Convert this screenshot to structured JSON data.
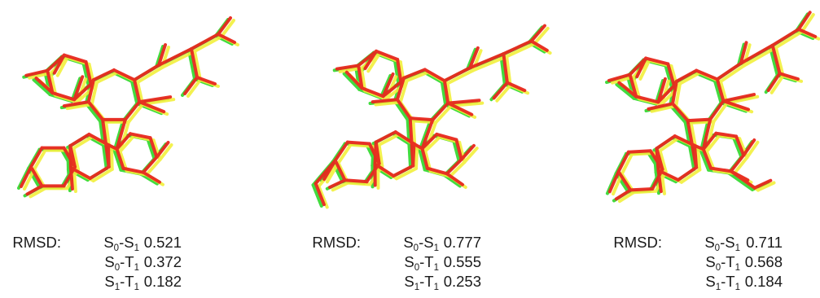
{
  "palette": {
    "red": "#e8281e",
    "green": "#2ed82a",
    "yellow": "#f2f03c"
  },
  "panels": [
    {
      "label": "RMSD:",
      "rows": [
        {
          "a": "S",
          "a_sub": "0",
          "b": "S",
          "b_sub": "1",
          "value": "0.521"
        },
        {
          "a": "S",
          "a_sub": "0",
          "b": "T",
          "b_sub": "1",
          "value": "0.372"
        },
        {
          "a": "S",
          "a_sub": "1",
          "b": "T",
          "b_sub": "1",
          "value": "0.182"
        }
      ]
    },
    {
      "label": "RMSD:",
      "rows": [
        {
          "a": "S",
          "a_sub": "0",
          "b": "S",
          "b_sub": "1",
          "value": "0.777"
        },
        {
          "a": "S",
          "a_sub": "0",
          "b": "T",
          "b_sub": "1",
          "value": "0.555"
        },
        {
          "a": "S",
          "a_sub": "1",
          "b": "T",
          "b_sub": "1",
          "value": "0.253"
        }
      ]
    },
    {
      "label": "RMSD:",
      "rows": [
        {
          "a": "S",
          "a_sub": "0",
          "b": "S",
          "b_sub": "1",
          "value": "0.711"
        },
        {
          "a": "S",
          "a_sub": "0",
          "b": "T",
          "b_sub": "1",
          "value": "0.568"
        },
        {
          "a": "S",
          "a_sub": "1",
          "b": "T",
          "b_sub": "1",
          "value": "0.184"
        }
      ]
    }
  ]
}
